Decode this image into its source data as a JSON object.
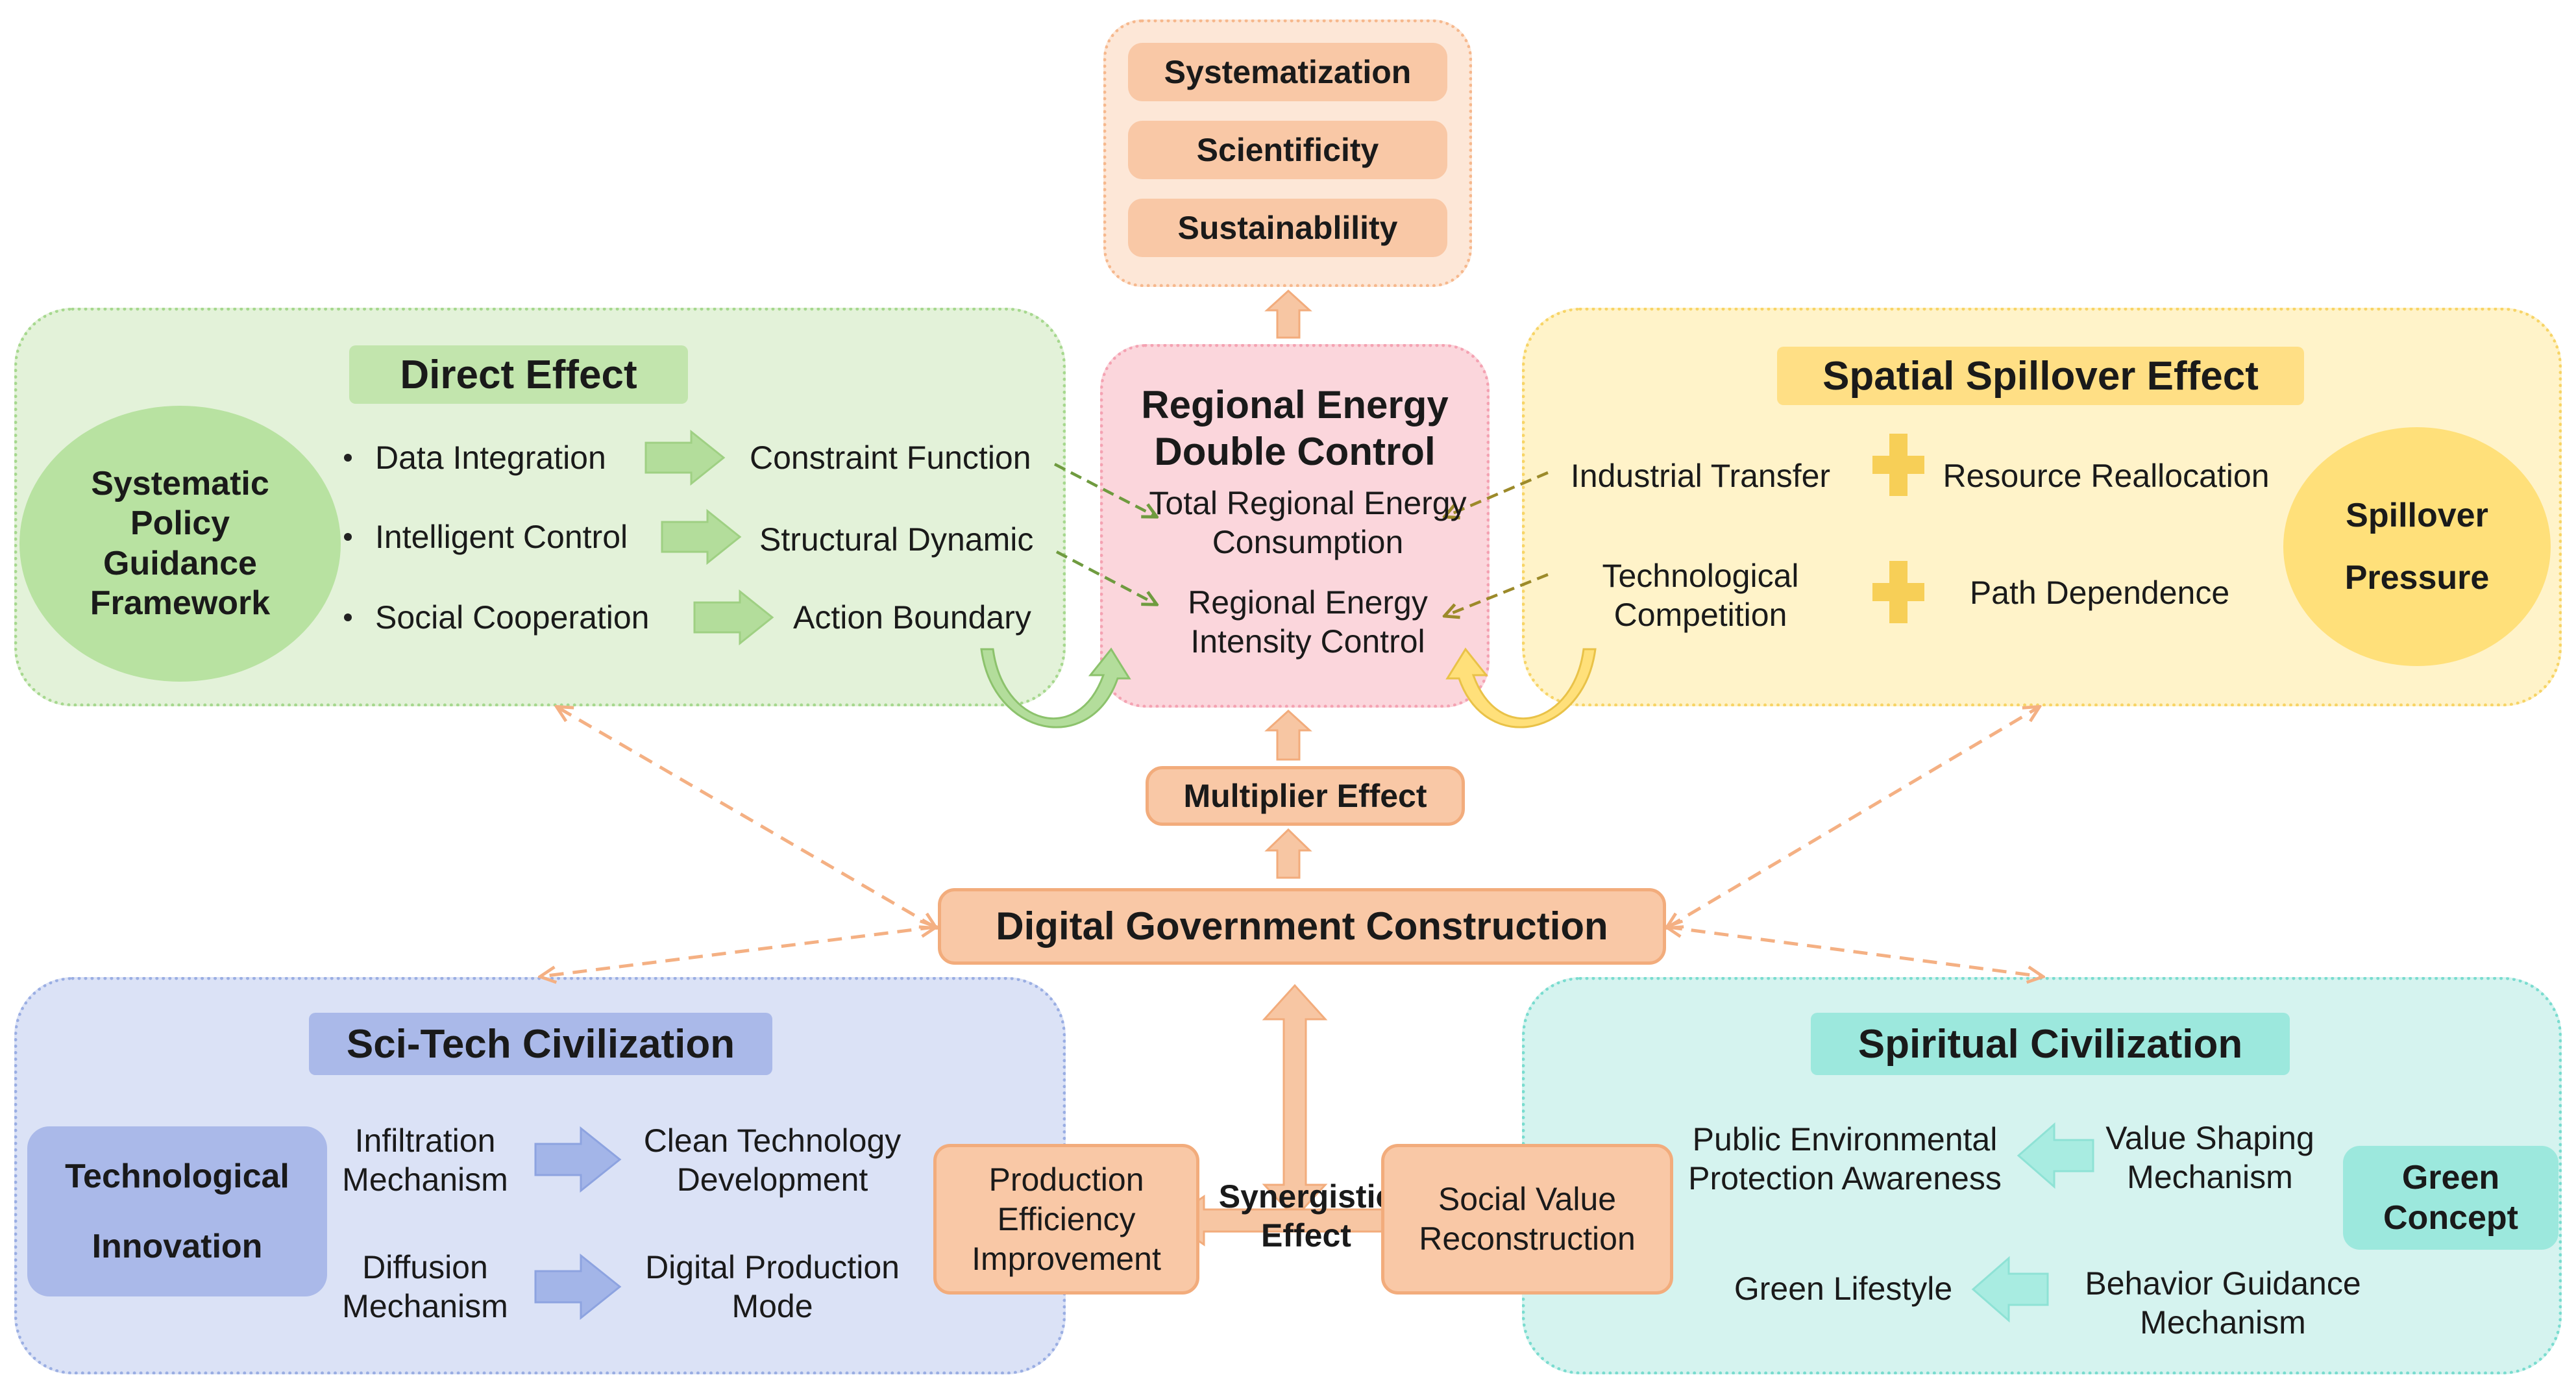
{
  "top_stack": {
    "items": [
      "Systematization",
      "Scientificity",
      "Sustainablility"
    ]
  },
  "center": {
    "title": "Regional Energy Double Control",
    "item1": "Total Regional Energy Consumption",
    "item2": "Regional Energy Intensity Control",
    "multiplier": "Multiplier Effect",
    "construction": "Digital Government Construction",
    "synergistic": "Synergistic Effect"
  },
  "direct": {
    "title": "Direct Effect",
    "framework": "Systematic Policy Guidance Framework",
    "rows": [
      {
        "from": "Data Integration",
        "to": "Constraint Function"
      },
      {
        "from": "Intelligent Control",
        "to": "Structural Dynamic"
      },
      {
        "from": "Social Cooperation",
        "to": "Action Boundary"
      }
    ]
  },
  "spillover": {
    "title": "Spatial Spillover Effect",
    "pressure_line1": "Spillover",
    "pressure_line2": "Pressure",
    "rows": [
      {
        "left": "Industrial Transfer",
        "right": "Resource Reallocation"
      },
      {
        "left": "Technological Competition",
        "right": "Path Dependence"
      }
    ]
  },
  "scitech": {
    "title": "Sci-Tech Civilization",
    "innovation_line1": "Technological",
    "innovation_line2": "Innovation",
    "rows": [
      {
        "from": "Infiltration Mechanism",
        "to": "Clean Technology Development"
      },
      {
        "from": "Diffusion Mechanism",
        "to": "Digital Production Mode"
      }
    ],
    "production": "Production Efficiency Improvement"
  },
  "spiritual": {
    "title": "Spiritual Civilization",
    "concept": "Green Concept",
    "rows": [
      {
        "from": "Value Shaping Mechanism",
        "to": "Public Environmental Protection Awareness"
      },
      {
        "from": "Behavior Guidance Mechanism",
        "to": "Green Lifestyle"
      }
    ],
    "social": "Social Value Reconstruction"
  },
  "colors": {
    "green_arrow": "#a9d98f",
    "blue_arrow": "#9fb2e6",
    "teal_arrow": "#9de8dd",
    "peach_arrow": "#f5bf9a",
    "yellow_plus": "#f7cf57",
    "dashed_peach": "#f4b083",
    "dashed_olive": "#9c8a2a"
  }
}
